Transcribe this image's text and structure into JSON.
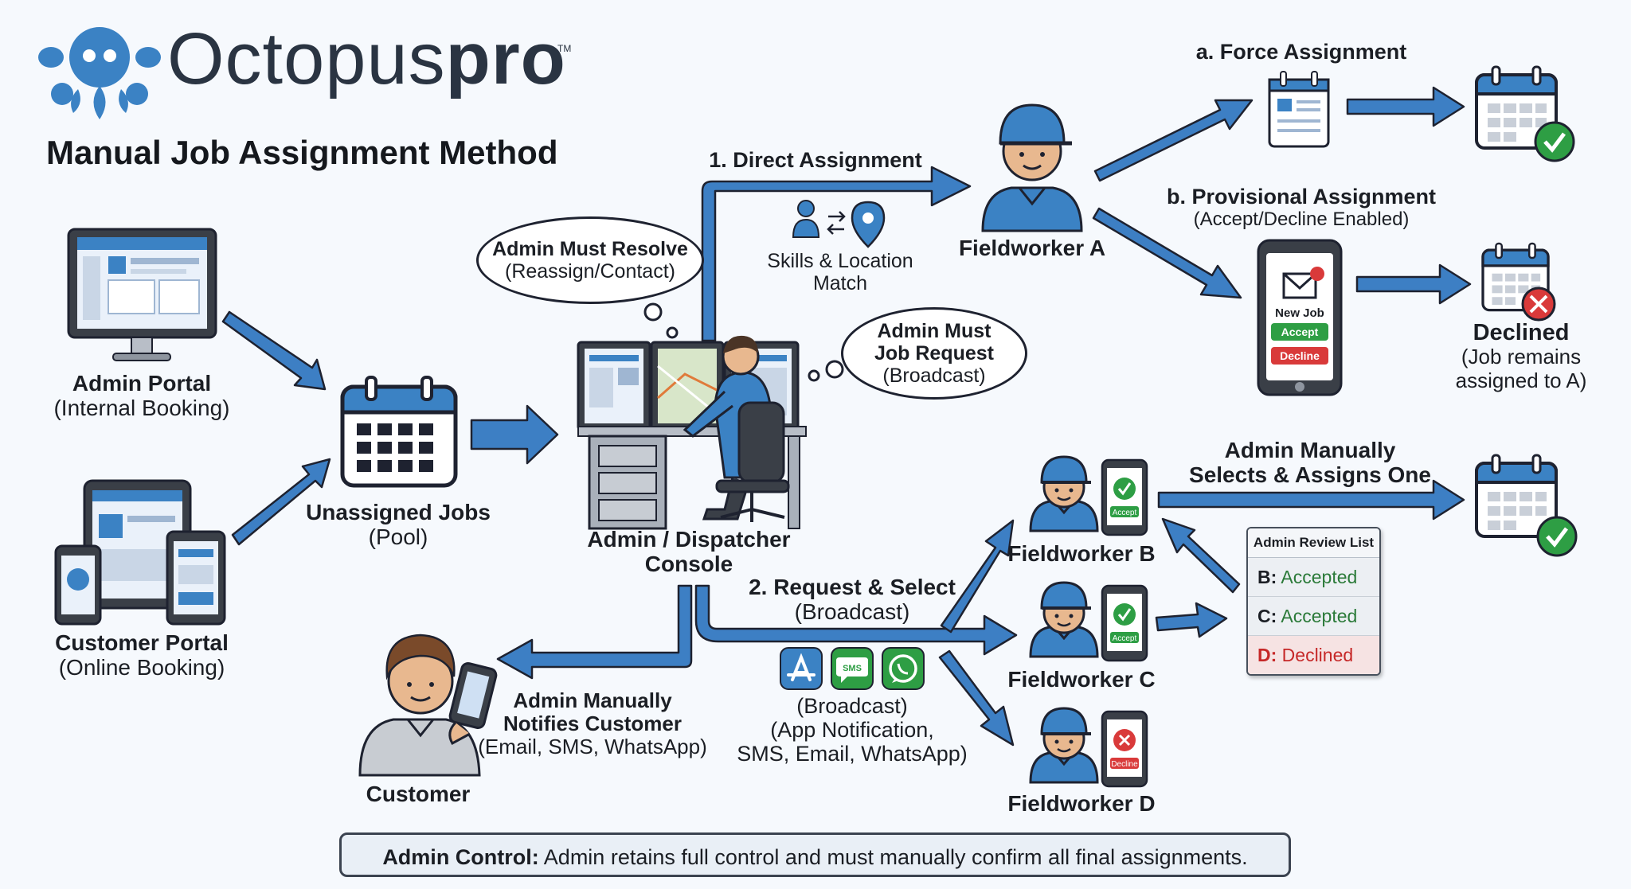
{
  "brand": {
    "name_light": "Octopus",
    "name_bold": "pro",
    "trademark": "TM"
  },
  "title": "Manual Job Assignment Method",
  "sources": {
    "admin_portal": {
      "title": "Admin Portal",
      "subtitle": "(Internal Booking)"
    },
    "customer_portal": {
      "title": "Customer Portal",
      "subtitle": "(Online Booking)"
    }
  },
  "pool": {
    "title": "Unassigned Jobs",
    "subtitle": "(Pool)"
  },
  "console": {
    "line1": "Admin / Dispatcher",
    "line2": "Console"
  },
  "bubbles": {
    "resolve": {
      "title": "Admin Must Resolve",
      "subtitle": "(Reassign/Contact)"
    },
    "broadcast": {
      "title_line1": "Admin Must",
      "title_line2": "Job Request",
      "subtitle": "(Broadcast)"
    }
  },
  "direct": {
    "title": "1. Direct Assignment",
    "match_line1": "Skills & Location",
    "match_line2": "Match"
  },
  "fieldworkers": {
    "a": "Fieldworker A",
    "b": "Fieldworker B",
    "c": "Fieldworker C",
    "d": "Fieldworker D"
  },
  "force": {
    "title": "a. Force Assignment"
  },
  "provisional": {
    "title": "b. Provisional Assignment",
    "subtitle": "(Accept/Decline Enabled)",
    "phone_label": "New Job",
    "accept": "Accept",
    "decline": "Decline"
  },
  "declined": {
    "title": "Declined",
    "line1": "(Job remains",
    "line2": "assigned to A)"
  },
  "request": {
    "title": "2. Request & Select",
    "subtitle": "(Broadcast)"
  },
  "channels": {
    "sms_icon_text": "SMS",
    "line1": "(Broadcast)",
    "line2": "(App Notification,",
    "line3": "SMS, Email, WhatsApp)"
  },
  "phones": {
    "b_label": "Accept",
    "c_label": "Accept",
    "d_label": "Decline"
  },
  "review": {
    "title": "Admin Review List",
    "rows": [
      {
        "key": "B:",
        "status": "Accepted"
      },
      {
        "key": "C:",
        "status": "Accepted"
      },
      {
        "key": "D:",
        "status": "Declined"
      }
    ]
  },
  "select": {
    "line1": "Admin Manually",
    "line2": "Selects & Assigns One"
  },
  "notify": {
    "line1": "Admin Manually",
    "line2": "Notifies Customer",
    "line3": "(Email, SMS, WhatsApp)"
  },
  "customer": "Customer",
  "footer": {
    "bold": "Admin Control:",
    "text": " Admin retains full control and must manually confirm all final assignments."
  },
  "colors": {
    "accent": "#3b82c4",
    "arrow": "#3d7fc4",
    "ink": "#1e2230",
    "success": "#2e9e44",
    "danger": "#d93a3a"
  }
}
